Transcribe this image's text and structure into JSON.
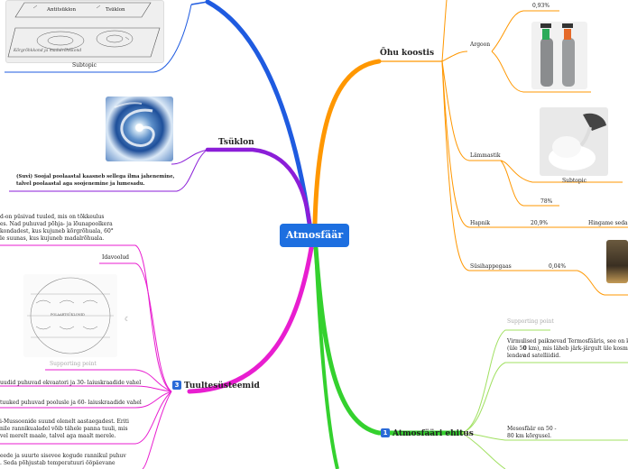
{
  "root": {
    "label": "Atmosfäär"
  },
  "branches": {
    "ohu_koostis": "Õhu koostis",
    "tsuklon": "Tsüklon",
    "tuultesusteemid": "Tuultesüsteemid",
    "ehitus": "Atmosfääri ehitus"
  },
  "numbers": {
    "tuultesusteemid": "3",
    "ehitus": "1"
  },
  "top_left": {
    "antitsuklon": "Antitsüklon",
    "tsuklon_small": "Tsüklon",
    "subtopic": "Subtopic",
    "handwriting": "Kõrgrõhkkond ja madalrõhkkond"
  },
  "tsuklon_note": {
    "line1": "(Suvi) Soojal poolaastal kaasneb sellega ilma jahenemine,",
    "line2": "talvel poolaastal aga soojenemine ja lumesadu."
  },
  "ohu_koostis_items": {
    "pct_top": "0,93%",
    "argoon": "Argoon",
    "lammastik": "Lämmastik",
    "subtopic": "Subtopic",
    "pct_78": "78%",
    "hapnik": "Hapnik",
    "pct_209": "20,9%",
    "hingame": "Hingame seda",
    "susihappegaas": "Süsihappegaas",
    "pct_004": "0,04%"
  },
  "tuuled": {
    "left_text": [
      "d-on püsivad tuuled, mis on tõkkeulus",
      "es. Nad puhuvad põhja- ja lõunapoolkera",
      "kondadest, kus kujuneb kõrgrõhuala, 60°",
      "le suunas, kus kujuneb madalrõhuala."
    ],
    "idavoolud": "Idavoolud",
    "supporting_point": "Supporting point",
    "diagram_caption": "POLAARTSÜKLONID",
    "line1": "uudid puhuvad ekvaatori ja 30- laiuskraadide vahel",
    "line2": "tuuked puhuvad poolusle ja 60- laiuskraadide vahel",
    "mussoon": [
      "i-Mussoonide suund olenelt aastaegadest. Eriti",
      "nile rannikualadel võib tähele panna tuuli, mis",
      "vel merelt maale, talvel aga maalt merele."
    ],
    "bottom": [
      "eede ja suurte sisevee kogude rannikul puhuv",
      ". Seda põhjustab temperatuuri ööpäevane"
    ]
  },
  "ehitus_items": {
    "supporting_point": "Supporting point",
    "termos_a": [
      "Virmu",
      "(üle 50",
      "lendav"
    ],
    "termos_b": [
      "lised paiknevad Termosfääris, see on kõrgeim",
      "0 km), mis läheb järk-järgult üle kosmoseks.",
      "ad satelliidid."
    ],
    "mesosfaar": [
      "Mesosfäär on 50 -",
      "80 km kõrgusel."
    ]
  }
}
